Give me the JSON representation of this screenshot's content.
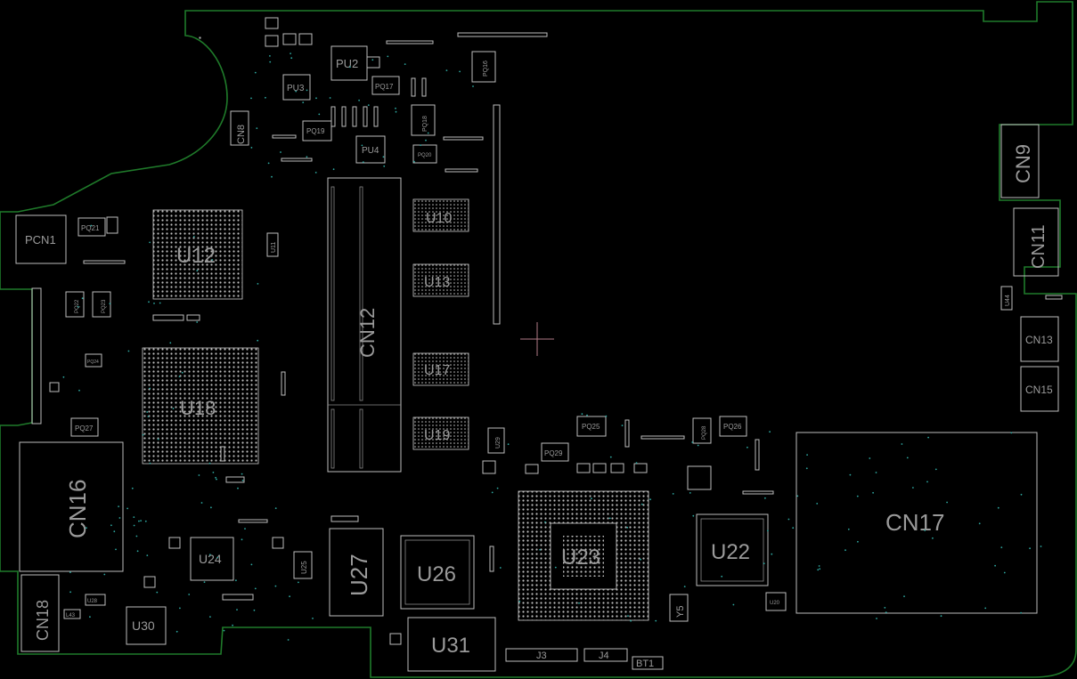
{
  "board": {
    "outline_color": "#1f7a2a",
    "component_color": "#bdbdbd",
    "label_color": "#9a9a9a",
    "via_color": "#2ea7a0",
    "background": "#000000"
  },
  "labels": {
    "pcn1": "PCN1",
    "pq21": "PQ21",
    "u12": "U12",
    "cn8": "CN8",
    "pu2": "PU2",
    "pu3": "PU3",
    "pq17": "PQ17",
    "pq16": "PQ16",
    "pq18": "PQ18",
    "pq19": "PQ19",
    "pu4": "PU4",
    "pq20": "PQ20",
    "u11": "U11",
    "cn12": "CN12",
    "u10": "U10",
    "u13": "U13",
    "u17": "U17",
    "u19": "U19",
    "u18": "U18",
    "pq22": "PQ22",
    "pq23": "PQ23",
    "pq24": "PQ24",
    "pq27": "PQ27",
    "cn9": "CN9",
    "cn11": "CN11",
    "u44": "U44",
    "cn13": "CN13",
    "cn15": "CN15",
    "cn16": "CN16",
    "cn17": "CN17",
    "cn18": "CN18",
    "u28": "U28",
    "u30": "U30",
    "u24": "U24",
    "u25": "U25",
    "u27": "U27",
    "u26": "U26",
    "u31": "U31",
    "u23": "U23",
    "u29": "U29",
    "pq29": "PQ29",
    "pq25": "PQ25",
    "pq28": "PQ28",
    "pq26": "PQ26",
    "u22": "U22",
    "y5": "Y5",
    "u20": "U20",
    "j3": "J3",
    "j4": "J4",
    "bt1": "BT1",
    "l43": "L43"
  }
}
